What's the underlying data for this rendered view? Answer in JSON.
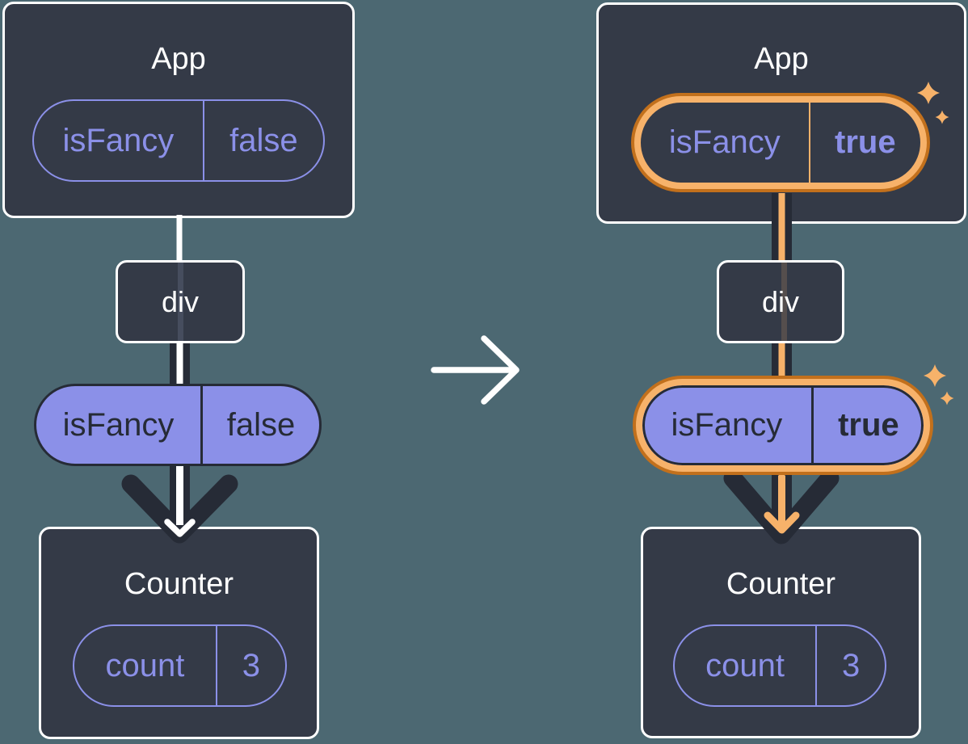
{
  "left": {
    "app": {
      "title": "App",
      "prop_name": "isFancy",
      "prop_value": "false"
    },
    "div_node": {
      "label": "div"
    },
    "prop_pill": {
      "name": "isFancy",
      "value": "false"
    },
    "counter": {
      "title": "Counter",
      "state_name": "count",
      "state_value": "3"
    }
  },
  "right": {
    "app": {
      "title": "App",
      "prop_name": "isFancy",
      "prop_value": "true"
    },
    "div_node": {
      "label": "div"
    },
    "prop_pill": {
      "name": "isFancy",
      "value": "true"
    },
    "counter": {
      "title": "Counter",
      "state_name": "count",
      "state_value": "3"
    }
  },
  "icons": {
    "transition_arrow": "right-arrow",
    "highlight_sparkles": "sparkles"
  },
  "colors": {
    "background": "#4C6872",
    "card_fill": "#343A47",
    "card_border": "#FFFFFF",
    "purple_accent": "#8B90E8",
    "dark_ink": "#262B36",
    "highlight_orange": "#F7B26A",
    "highlight_orange_dark": "#C2701C"
  }
}
